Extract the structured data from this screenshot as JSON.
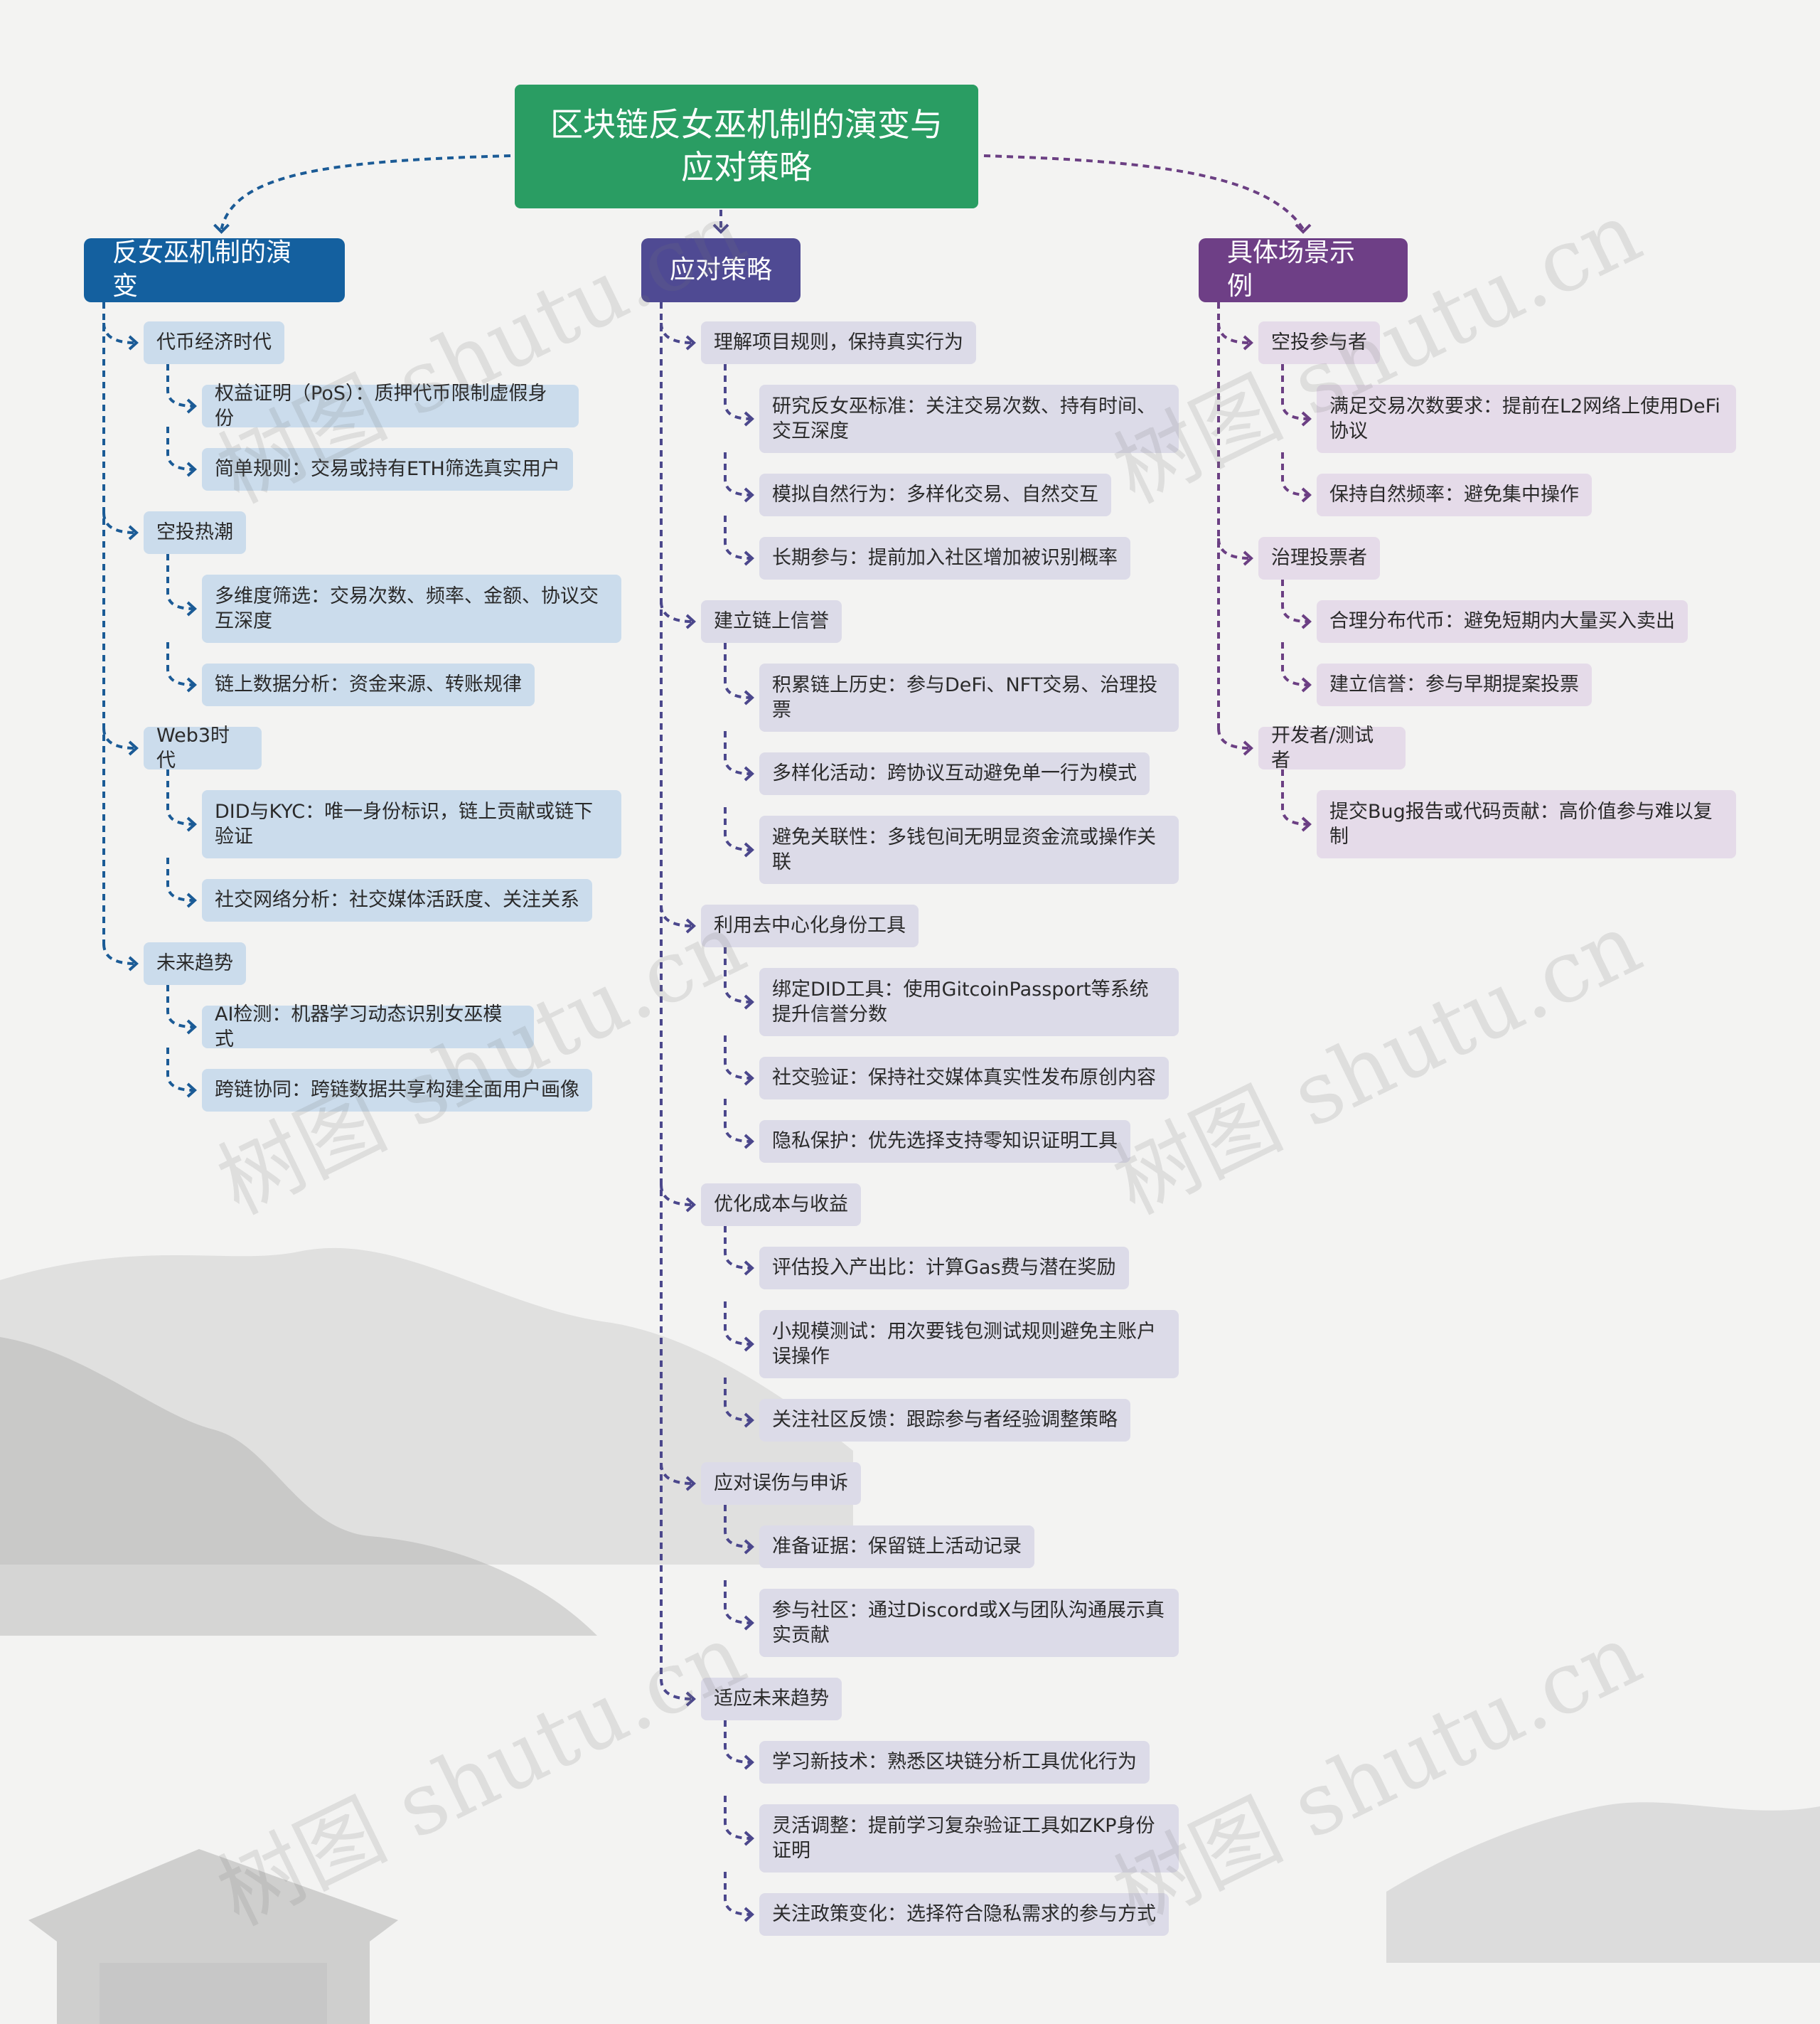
{
  "title": "区块链反女巫机制的演变与应对策略",
  "watermark": "树图 shutu.cn",
  "colors": {
    "root": "#2a9d63",
    "background": "#f3f3f2",
    "branches": [
      {
        "head": "#14609f",
        "sub": "#cbdcec",
        "leaf": "#cbdcec",
        "line": "#1b5b96"
      },
      {
        "head": "#4f4a93",
        "sub": "#dcdbe8",
        "leaf": "#dcdbe8",
        "line": "#4b478c"
      },
      {
        "head": "#6e3f86",
        "sub": "#e5dbe9",
        "leaf": "#e5dbe9",
        "line": "#6b3f83"
      }
    ]
  },
  "branches": [
    {
      "label": "反女巫机制的演变",
      "children": [
        {
          "label": "代币经济时代",
          "children": [
            "权益证明（PoS）：质押代币限制虚假身份",
            "简单规则：交易或持有ETH筛选真实用户"
          ]
        },
        {
          "label": "空投热潮",
          "children": [
            "多维度筛选：交易次数、频率、金额、协议交互深度",
            "链上数据分析：资金来源、转账规律"
          ]
        },
        {
          "label": "Web3时代",
          "children": [
            "DID与KYC：唯一身份标识，链上贡献或链下验证",
            "社交网络分析：社交媒体活跃度、关注关系"
          ]
        },
        {
          "label": "未来趋势",
          "children": [
            "AI检测：机器学习动态识别女巫模式",
            "跨链协同：跨链数据共享构建全面用户画像"
          ]
        }
      ]
    },
    {
      "label": "应对策略",
      "children": [
        {
          "label": "理解项目规则，保持真实行为",
          "children": [
            "研究反女巫标准：关注交易次数、持有时间、交互深度",
            "模拟自然行为：多样化交易、自然交互",
            "长期参与：提前加入社区增加被识别概率"
          ]
        },
        {
          "label": "建立链上信誉",
          "children": [
            "积累链上历史：参与DeFi、NFT交易、治理投票",
            "多样化活动：跨协议互动避免单一行为模式",
            "避免关联性：多钱包间无明显资金流或操作关联"
          ]
        },
        {
          "label": "利用去中心化身份工具",
          "children": [
            "绑定DID工具：使用GitcoinPassport等系统提升信誉分数",
            "社交验证：保持社交媒体真实性发布原创内容",
            "隐私保护：优先选择支持零知识证明工具"
          ]
        },
        {
          "label": "优化成本与收益",
          "children": [
            "评估投入产出比：计算Gas费与潜在奖励",
            "小规模测试：用次要钱包测试规则避免主账户误操作",
            "关注社区反馈：跟踪参与者经验调整策略"
          ]
        },
        {
          "label": "应对误伤与申诉",
          "children": [
            "准备证据：保留链上活动记录",
            "参与社区：通过Discord或X与团队沟通展示真实贡献"
          ]
        },
        {
          "label": "适应未来趋势",
          "children": [
            "学习新技术：熟悉区块链分析工具优化行为",
            "灵活调整：提前学习复杂验证工具如ZKP身份证明",
            "关注政策变化：选择符合隐私需求的参与方式"
          ]
        }
      ]
    },
    {
      "label": "具体场景示例",
      "children": [
        {
          "label": "空投参与者",
          "children": [
            "满足交易次数要求：提前在L2网络上使用DeFi协议",
            "保持自然频率：避免集中操作"
          ]
        },
        {
          "label": "治理投票者",
          "children": [
            "合理分布代币：避免短期内大量买入卖出",
            "建立信誉：参与早期提案投票"
          ]
        },
        {
          "label": "开发者/测试者",
          "children": [
            "提交Bug报告或代码贡献：高价值参与难以复制"
          ]
        }
      ]
    }
  ]
}
